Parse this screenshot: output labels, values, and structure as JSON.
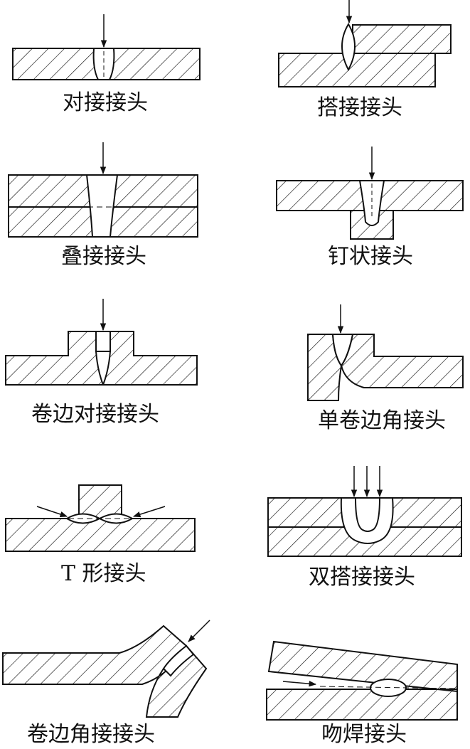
{
  "colors": {
    "ink": "#111111",
    "paper": "#ffffff"
  },
  "joints": [
    {
      "id": "butt",
      "label": "对接接头"
    },
    {
      "id": "lap",
      "label": "搭接接头"
    },
    {
      "id": "stacked",
      "label": "叠接接头"
    },
    {
      "id": "nail",
      "label": "钉状接头"
    },
    {
      "id": "flanged-butt",
      "label": "卷边对接接头"
    },
    {
      "id": "single-flanged-corner",
      "label": "单卷边角接头"
    },
    {
      "id": "tee",
      "label": "T 形接头"
    },
    {
      "id": "double-lap",
      "label": "双搭接接头"
    },
    {
      "id": "flanged-corner",
      "label": "卷边角接接头"
    },
    {
      "id": "kiss",
      "label": "吻焊接头"
    }
  ]
}
